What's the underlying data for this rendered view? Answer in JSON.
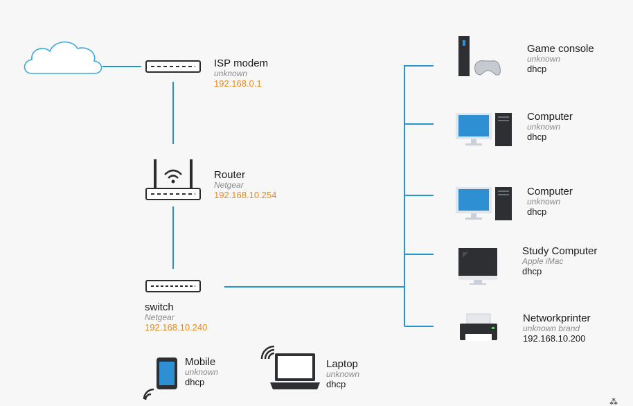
{
  "devices": {
    "isp_modem": {
      "name": "ISP modem",
      "brand": "unknown",
      "address": "192.168.0.1"
    },
    "router": {
      "name": "Router",
      "brand": "Netgear",
      "address": "192.168.10.254"
    },
    "switch": {
      "name": "switch",
      "brand": "Netgear",
      "address": "192.168.10.240"
    },
    "mobile": {
      "name": "Mobile",
      "brand": "unknown",
      "address": "dhcp"
    },
    "laptop": {
      "name": "Laptop",
      "brand": "unknown",
      "address": "dhcp"
    },
    "game_console": {
      "name": "Game console",
      "brand": "unknown",
      "address": "dhcp"
    },
    "computer_1": {
      "name": "Computer",
      "brand": "unknown",
      "address": "dhcp"
    },
    "computer_2": {
      "name": "Computer",
      "brand": "unknown",
      "address": "dhcp"
    },
    "study_computer": {
      "name": "Study Computer",
      "brand": "Apple iMac",
      "address": "dhcp"
    },
    "network_printer": {
      "name": "Networkprinter",
      "brand": "unknown brand",
      "address": "192.168.10.200"
    }
  },
  "colors": {
    "connection": "#2196cf",
    "static_address": "#e8891a"
  }
}
